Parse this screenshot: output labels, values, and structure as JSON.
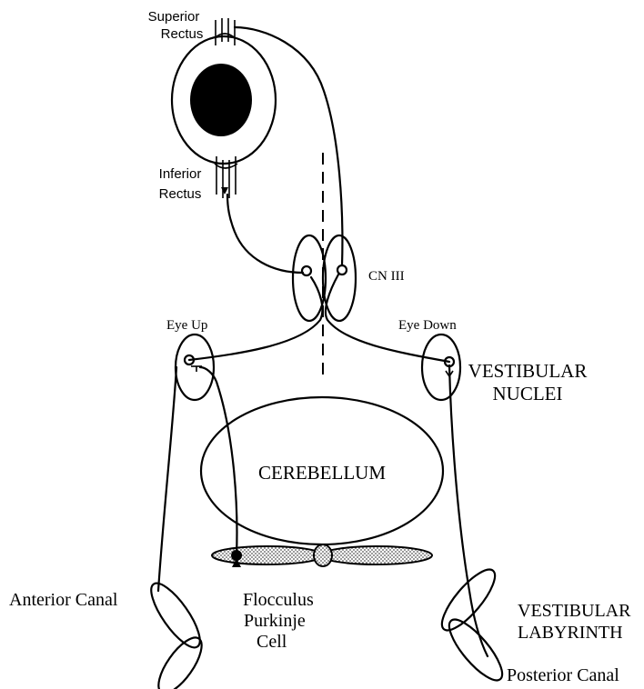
{
  "labels": {
    "superior_rectus_line1": "Superior",
    "superior_rectus_line2": "Rectus",
    "inferior_rectus_line1": "Inferior",
    "inferior_rectus_line2": "Rectus",
    "cn3": "CN III",
    "eye_up": "Eye Up",
    "eye_down": "Eye Down",
    "vestibular_nuclei_line1": "VESTIBULAR",
    "vestibular_nuclei_line2": "NUCLEI",
    "cerebellum": "CEREBELLUM",
    "anterior_canal": "Anterior Canal",
    "flocculus_line1": "Flocculus",
    "flocculus_line2": "Purkinje",
    "flocculus_line3": "Cell",
    "vestibular_labyrinth_line1": "VESTIBULAR",
    "vestibular_labyrinth_line2": "LABYRINTH",
    "posterior_canal": "Posterior Canal"
  },
  "colors": {
    "stroke": "#000000",
    "background": "#ffffff",
    "stipple": "#b8b8b8"
  }
}
